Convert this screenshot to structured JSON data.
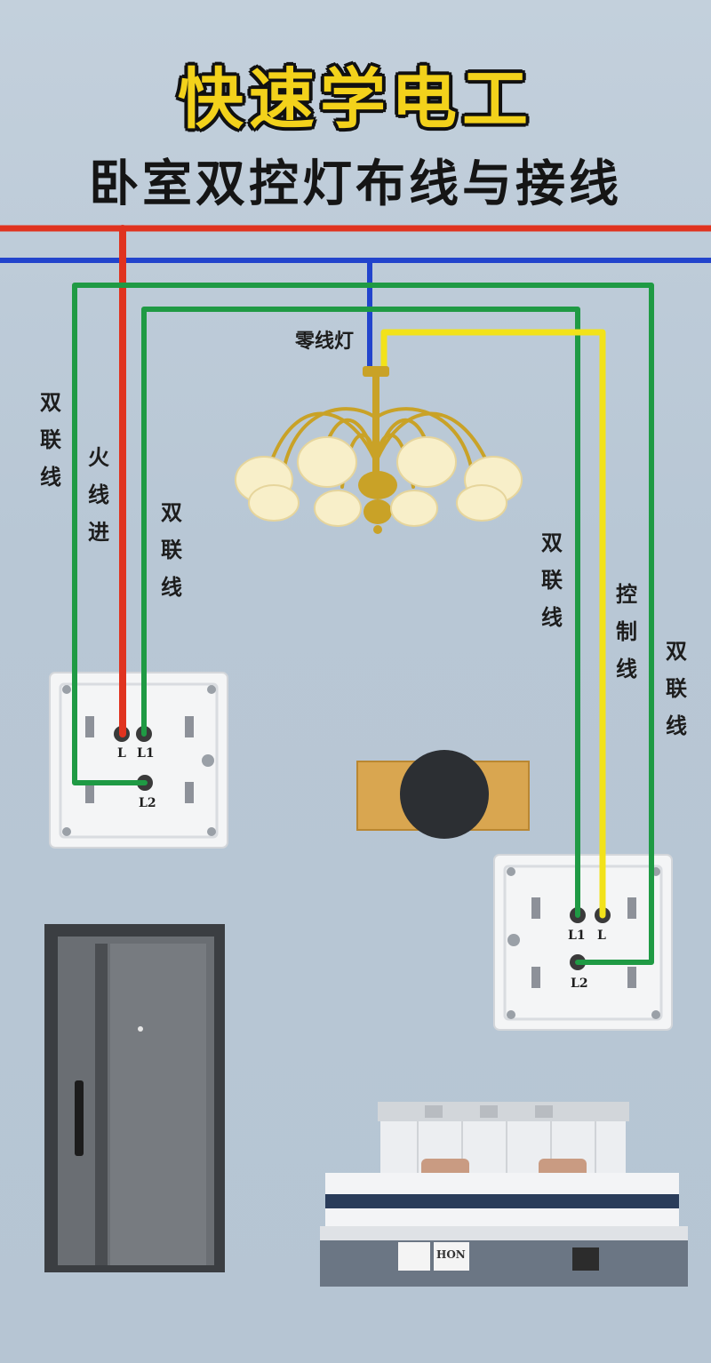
{
  "title": {
    "main": "快速学电工",
    "sub": "卧室双控灯布线与接线"
  },
  "labels": {
    "neutral_to_lamp": "零线灯",
    "left_outer_traveler": "双联线",
    "live_in": "火线进",
    "left_inner_traveler": "双联线",
    "right_inner_traveler": "双联线",
    "control_wire": "控制线",
    "right_outer_traveler": "双联线"
  },
  "switch_left": {
    "terminal_l": "L",
    "terminal_l1": "L1",
    "terminal_l2": "L2"
  },
  "switch_right": {
    "terminal_l1": "L1",
    "terminal_l": "L",
    "terminal_l2": "L2"
  },
  "bed_decor_text": "HON",
  "wire_colors": {
    "live": "#e0331f",
    "neutral": "#2244cc",
    "traveler": "#1f9a44",
    "control": "#f2e21a"
  }
}
